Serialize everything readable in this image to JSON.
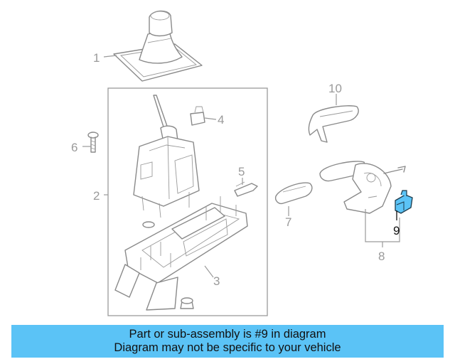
{
  "callouts": [
    "1",
    "2",
    "3",
    "4",
    "5",
    "6",
    "7",
    "8",
    "9",
    "10"
  ],
  "highlighted_part": "9",
  "banner": {
    "line1": "Part or sub-assembly is #9 in diagram",
    "line2": "Diagram may not be specific to your vehicle"
  },
  "colors": {
    "banner_background": "#5bc3f6",
    "highlight_part": "#5bc3f6",
    "line_art": "#8a8a8a"
  }
}
